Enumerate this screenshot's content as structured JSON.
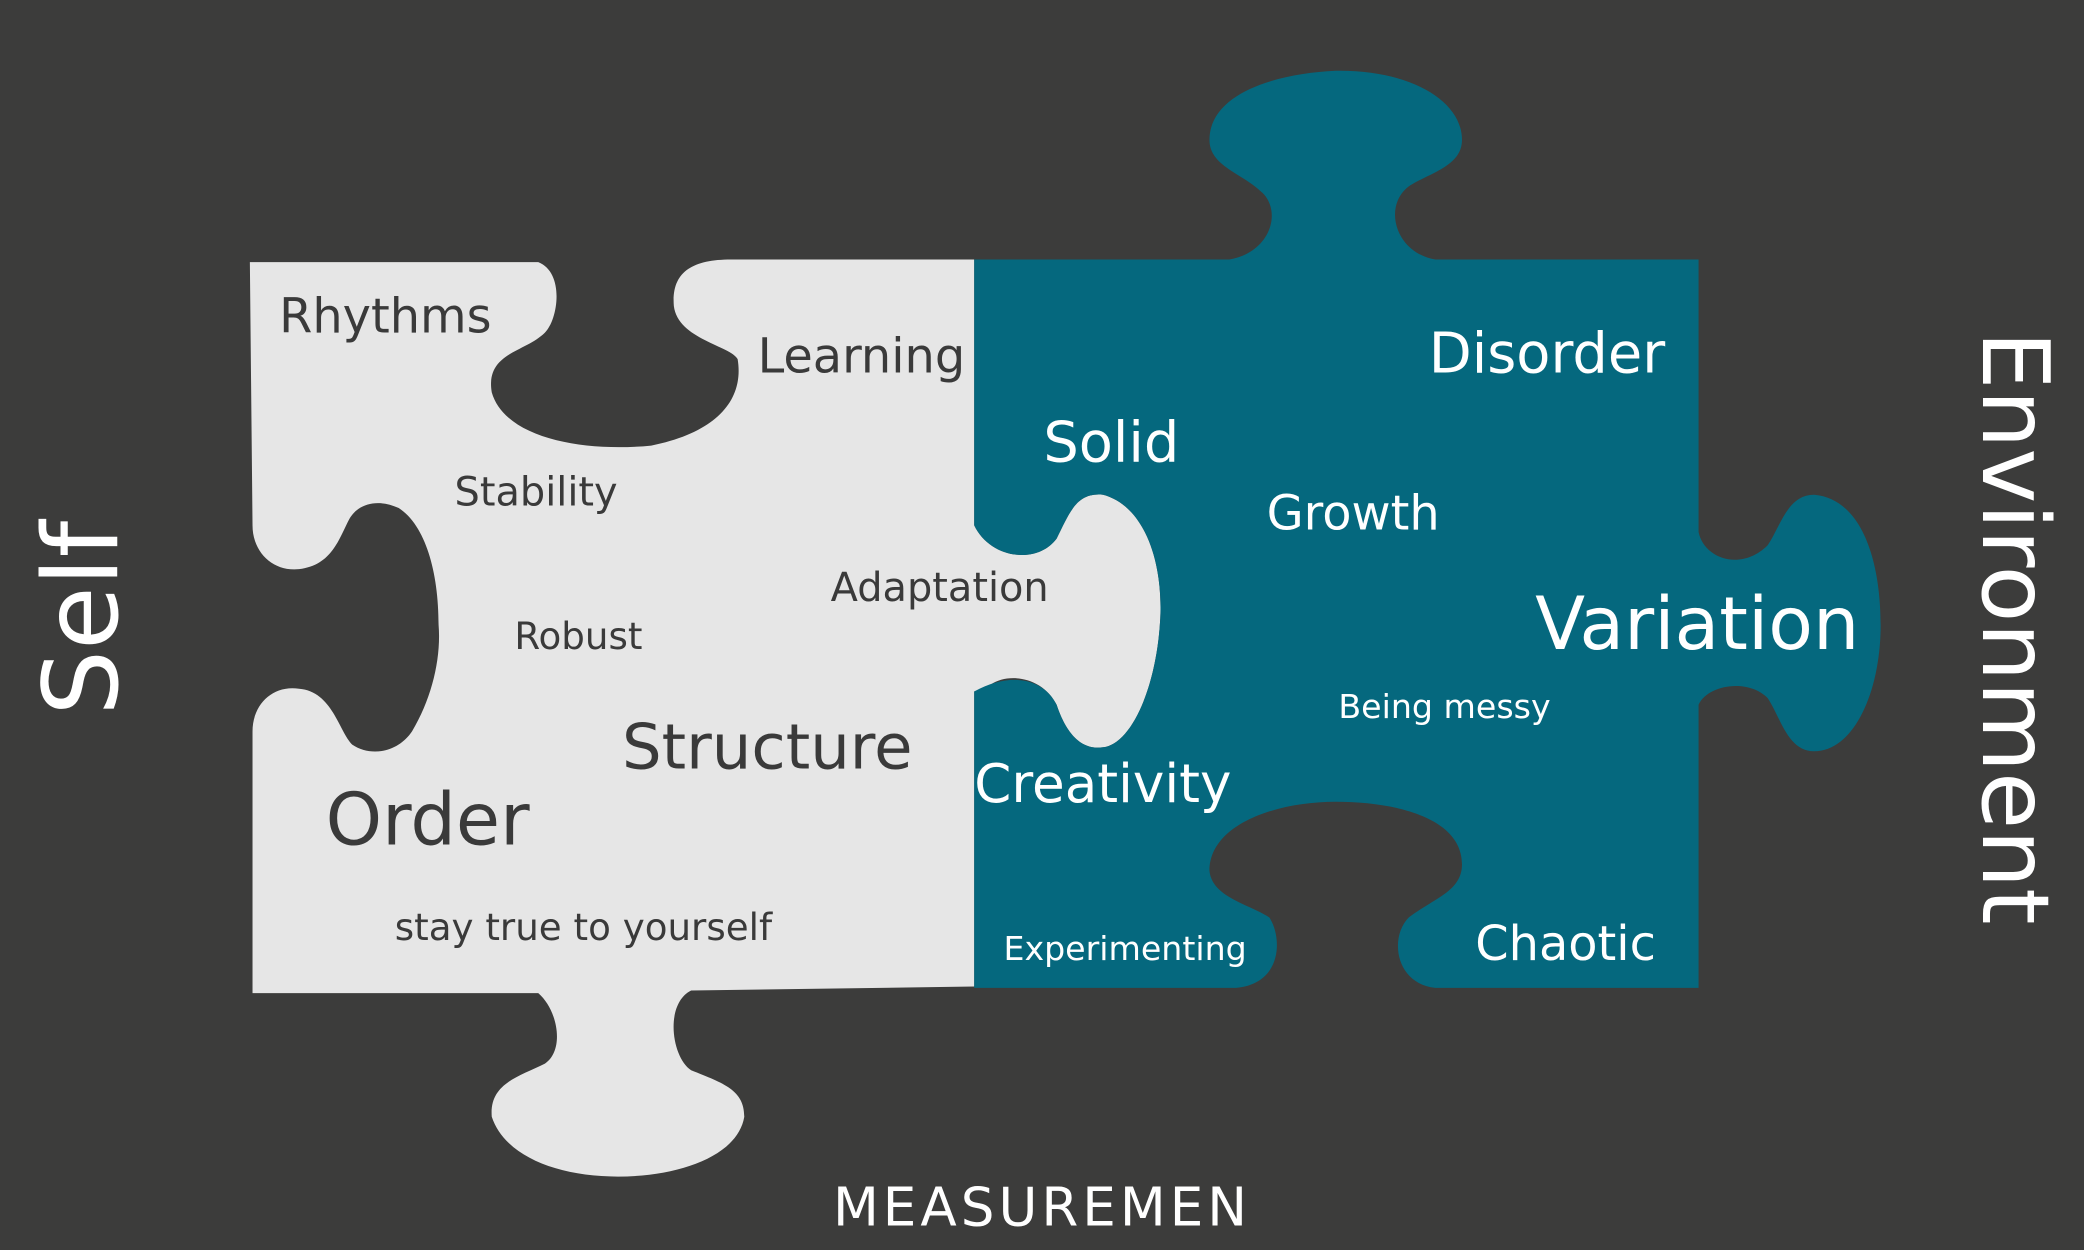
{
  "colors": {
    "background": "#3c3c3b",
    "self_piece": "#e6e6e6",
    "environment_piece": "#05687e",
    "dark_text": "#3a3a3a",
    "light_text": "#ffffff"
  },
  "axis_labels": {
    "left": "Self",
    "right": "Environment"
  },
  "self_piece": {
    "words": [
      "Rhythms",
      "Learning",
      "Stability",
      "Adaptation",
      "Robust",
      "Structure",
      "Order",
      "stay true to yourself"
    ]
  },
  "environment_piece": {
    "words": [
      "Solid",
      "Disorder",
      "Growth",
      "Variation",
      "Being messy",
      "Creativity",
      "Experimenting",
      "Chaotic"
    ]
  },
  "logo": "MEASUREMEN"
}
